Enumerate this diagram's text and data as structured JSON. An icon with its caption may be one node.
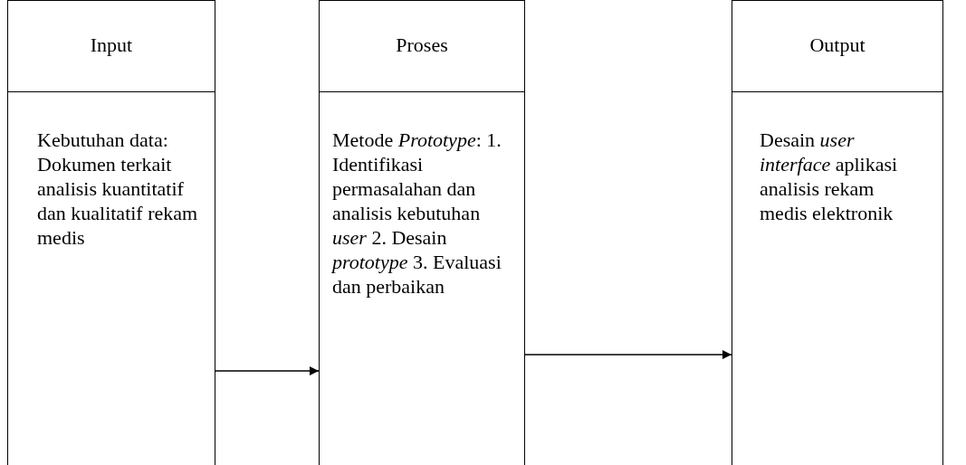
{
  "diagram": {
    "nodes": [
      {
        "text": [
          "Input",
          "Kebutuhan data: Dokumen terkait analisis kuantitatif dan kualitatif rekam medis"
        ]
      },
      {
        "text": [
          "Proses",
          "Metode *Prototype*: 1. Identifikasi permasalahan dan analisis kebutuhan *user* 2. Desain *prototype* 3. Evaluasi dan perbaikan"
        ]
      },
      {
        "text": [
          "Output",
          "Desain *user interface* aplikasi analisis rekam medis elektronik"
        ]
      }
    ],
    "edges": [
      {
        "from": 0,
        "to": 1,
        "arrow": "to"
      },
      {
        "from": 1,
        "to": 2,
        "arrow": "to"
      }
    ]
  }
}
